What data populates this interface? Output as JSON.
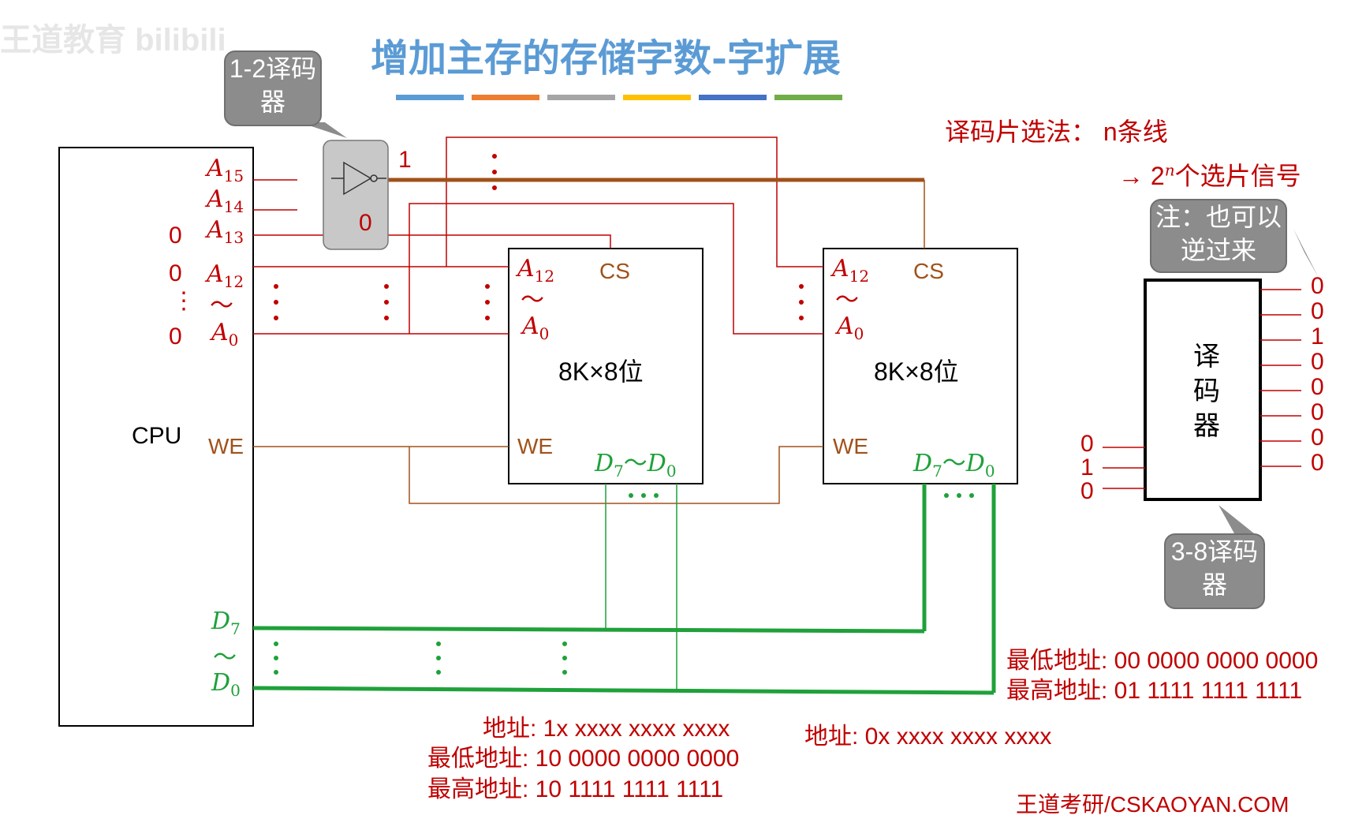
{
  "title": "增加主存的存储字数-字扩展",
  "watermark": "王道教育 bilibili",
  "title_bar_colors": [
    "#5b9bd5",
    "#ed7d31",
    "#a5a5a5",
    "#ffc000",
    "#4472c4",
    "#70ad47"
  ],
  "callouts": {
    "decoder_1_2": "1-2译码器",
    "note_reverse": "注：也可以逆过来",
    "decoder_3_8": "3-8译码器"
  },
  "cpu": {
    "label": "CPU",
    "pins": {
      "a15": "A",
      "a15_sub": "15",
      "a14": "A",
      "a14_sub": "14",
      "a13": "A",
      "a13_sub": "13",
      "a12": "A",
      "a12_sub": "12",
      "tilde": "～",
      "a0": "A",
      "a0_sub": "0",
      "we": "WE",
      "d7": "D",
      "d7_sub": "7",
      "d0": "D",
      "d0_sub": "0"
    },
    "address_values": [
      "0",
      "0",
      "⋮",
      "0"
    ]
  },
  "gate_outputs": {
    "top": "1",
    "bottom": "0"
  },
  "chips": [
    {
      "a12": "A",
      "a12_sub": "12",
      "tilde": "～",
      "a0": "A",
      "a0_sub": "0",
      "cs": "CS",
      "label": "8K×8位",
      "we": "WE",
      "data": "D",
      "d7_sub": "7",
      "data_tilde": "～",
      "d0_sub": "0"
    },
    {
      "a12": "A",
      "a12_sub": "12",
      "tilde": "～",
      "a0": "A",
      "a0_sub": "0",
      "cs": "CS",
      "label": "8K×8位",
      "we": "WE",
      "data": "D",
      "d7_sub": "7",
      "data_tilde": "～",
      "d0_sub": "0"
    }
  ],
  "decode_method": {
    "line1": "译码片选法：  n条线",
    "arrow": "→",
    "line2_prefix": "2",
    "line2_sup": "n",
    "line2_suffix": "个选片信号"
  },
  "decoder_3_8": {
    "label_chars": [
      "译",
      "码",
      "器"
    ],
    "inputs": [
      "0",
      "1",
      "0"
    ],
    "outputs": [
      "0",
      "0",
      "1",
      "0",
      "0",
      "0",
      "0",
      "0"
    ]
  },
  "address_notes": {
    "chip1": {
      "addr": "地址: 1x xxxx xxxx xxxx",
      "low": "最低地址: 10 0000 0000 0000",
      "high": "最高地址: 10 1111 1111 1111"
    },
    "chip2": {
      "addr": "地址: 0x xxxx xxxx xxxx",
      "low": "最低地址: 00 0000 0000 0000",
      "high": "最高地址: 01 1111 1111 1111"
    }
  },
  "footer": "王道考研/CSKAOYAN.COM"
}
